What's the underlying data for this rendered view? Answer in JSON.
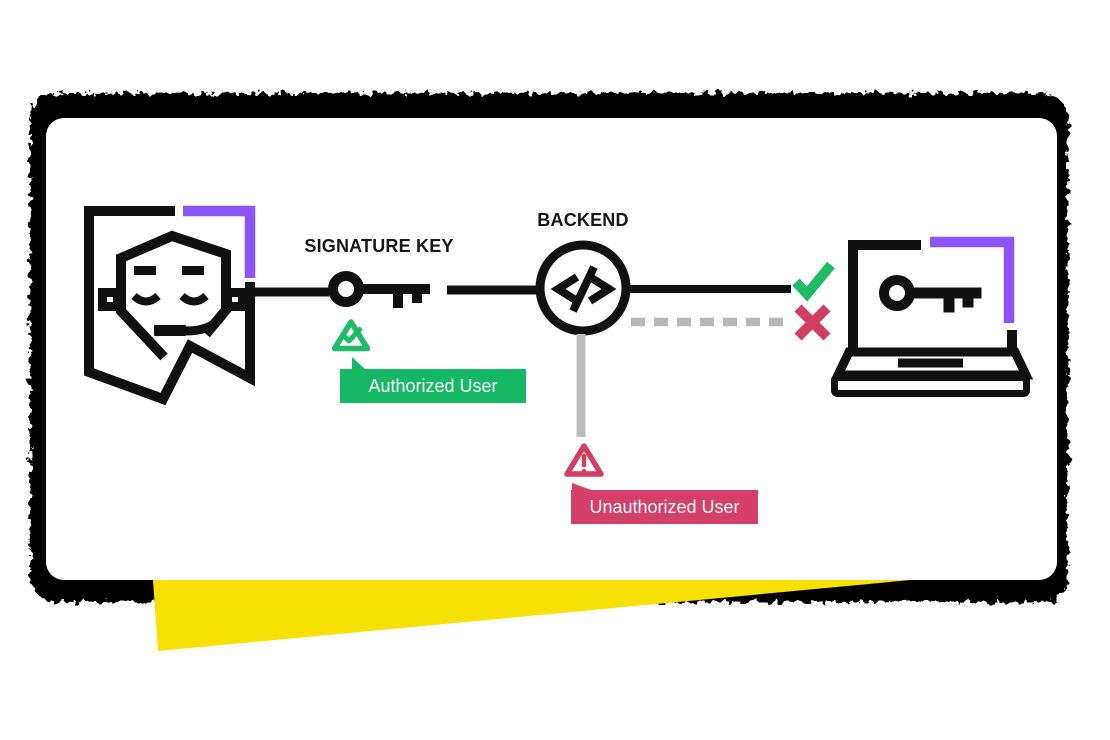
{
  "poster": {
    "background": "#ffffff",
    "frame_color": "#000000",
    "ribbon_color": "#f7e003",
    "card_color": "#ffffff"
  },
  "colors": {
    "ink": "#111111",
    "purple": "#8c53f6",
    "green": "#1fbd63",
    "badge_green": "#17b864",
    "red": "#d23d62",
    "badge_red": "#d4406a",
    "gray_dash": "#b7b7b7",
    "gray_line": "#bdbdbd"
  },
  "diagram": {
    "signature_key_label": "SIGNATURE KEY",
    "backend_label": "BACKEND",
    "authorized_badge": {
      "label": "Authorized User",
      "color": "#17b864"
    },
    "unauthorized_badge": {
      "label": "Unauthorized User",
      "color": "#d4406a"
    },
    "icons": {
      "left": "support-agent-avatar-icon",
      "middle_left": "key-icon",
      "middle": "code-circle-icon",
      "allowed": "check-icon",
      "denied": "x-icon",
      "verified": "triangle-check-icon",
      "warning": "warning-triangle-icon",
      "right": "laptop-key-icon"
    }
  }
}
